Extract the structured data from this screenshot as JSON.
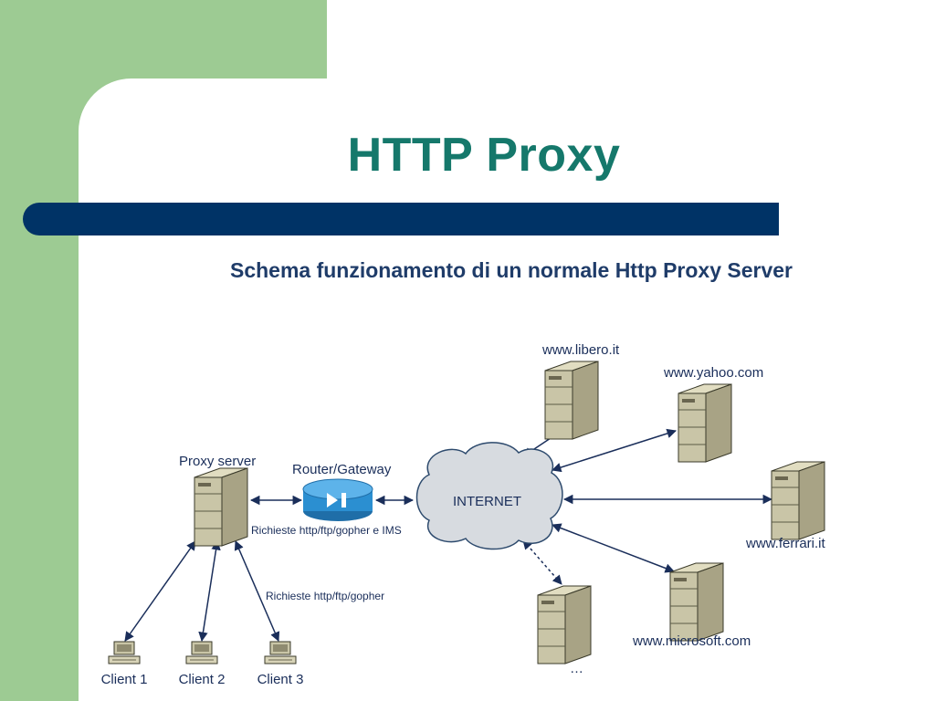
{
  "slide": {
    "title": "HTTP Proxy",
    "subtitle": "Schema funzionamento di un normale Http Proxy Server"
  },
  "diagram": {
    "nodes": {
      "proxy_server": "Proxy server",
      "router": "Router/Gateway",
      "internet": "INTERNET",
      "libero": "www.libero.it",
      "yahoo": "www.yahoo.com",
      "ferrari": "www.ferrari.it",
      "microsoft": "www.microsoft.com",
      "other": "…",
      "client1": "Client 1",
      "client2": "Client 2",
      "client3": "Client 3"
    },
    "edge_labels": {
      "router_to_internet": "Richieste http/ftp/gopher e IMS",
      "clients_to_proxy": "Richieste http/ftp/gopher"
    }
  },
  "colors": {
    "green": "#9dcb93",
    "title": "#15786b",
    "bar": "#003366",
    "label": "#1a2e5a"
  }
}
